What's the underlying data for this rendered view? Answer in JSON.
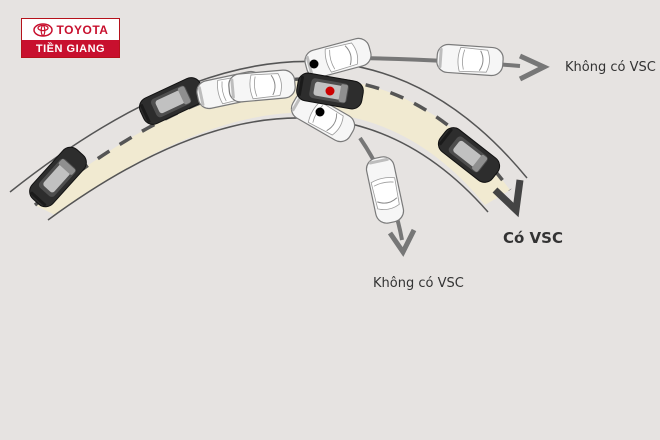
{
  "logo": {
    "brand": "TOYOTA",
    "dealer": "TIỀN GIANG",
    "emblem_icon": "toyota-emblem-icon",
    "brand_color": "#c8102e"
  },
  "labels": {
    "without_vsc_top": "Không có VSC",
    "without_vsc_bottom": "Không có VSC",
    "with_vsc": "Có VSC"
  },
  "colors": {
    "road": "#f1ead1",
    "road_edge": "#555555",
    "lane_dash": "#555555",
    "arrow": "#777777",
    "background": "#e6e3e1",
    "marker_center": "#cc0000",
    "marker_side": "#000000"
  }
}
